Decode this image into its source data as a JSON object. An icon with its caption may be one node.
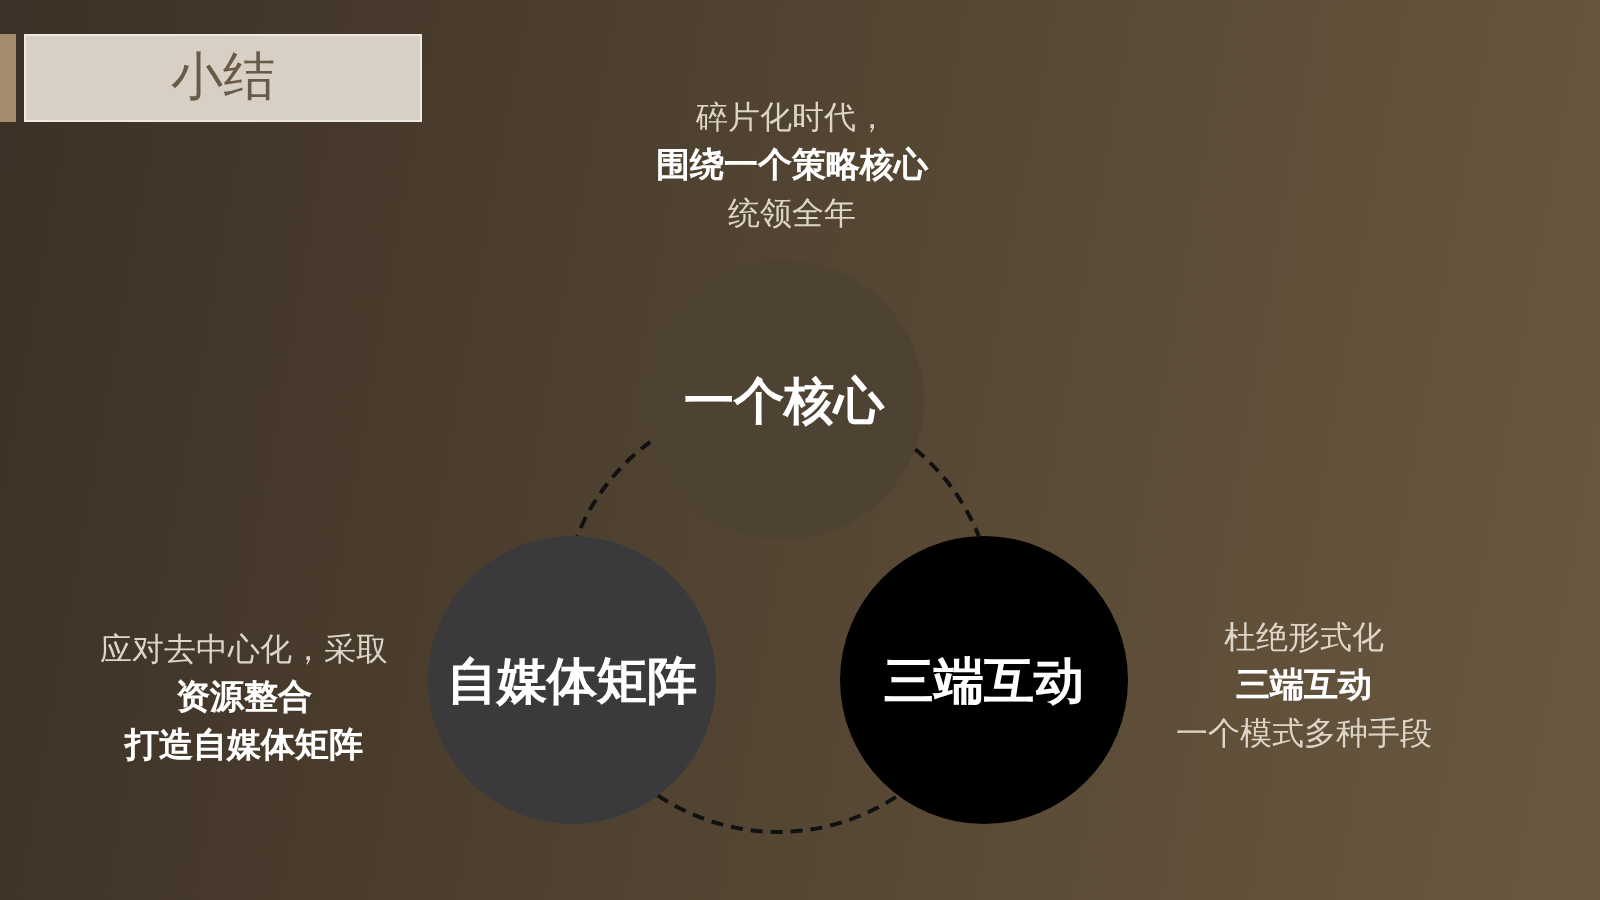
{
  "diagram": {
    "title": "小结",
    "nodes": [
      {
        "text": [
          "一个核心"
        ],
        "beside": [
          "碎片化时代，",
          "围绕一个策略核心",
          "统领全年"
        ]
      },
      {
        "text": [
          "自媒体矩阵"
        ],
        "beside": [
          "应对去中心化，采取",
          "资源整合",
          "打造自媒体矩阵"
        ]
      },
      {
        "text": [
          "三端互动"
        ],
        "beside": [
          "杜绝形式化",
          "三端互动",
          "一个模式多种手段"
        ]
      }
    ],
    "edges": [
      {
        "from": 0,
        "to": 1,
        "arrow": "none",
        "style": "dashed"
      },
      {
        "from": 0,
        "to": 2,
        "arrow": "none",
        "style": "dashed"
      },
      {
        "from": 1,
        "to": 2,
        "arrow": "none",
        "style": "dashed"
      }
    ]
  }
}
